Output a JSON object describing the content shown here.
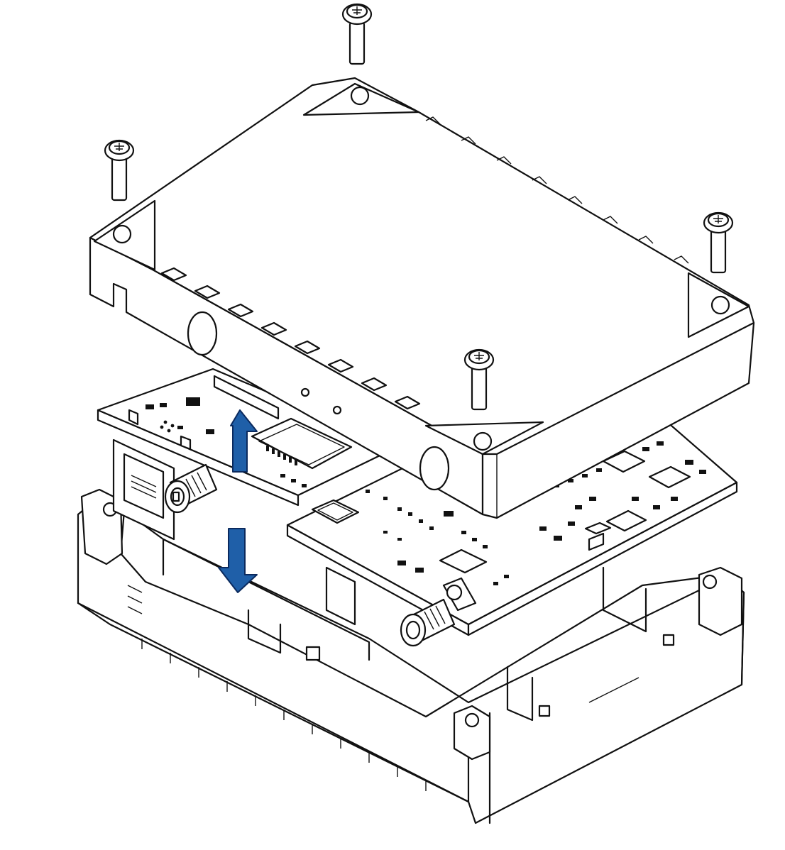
{
  "figure": {
    "accent_color": "#1f5fa8",
    "arrow_up_color": "#1f5fa8",
    "arrow_down_color": "#1f5fa8",
    "parts": [
      "top-cover",
      "pcb-board",
      "bottom-housing",
      "screws"
    ],
    "screw_count": 4
  }
}
